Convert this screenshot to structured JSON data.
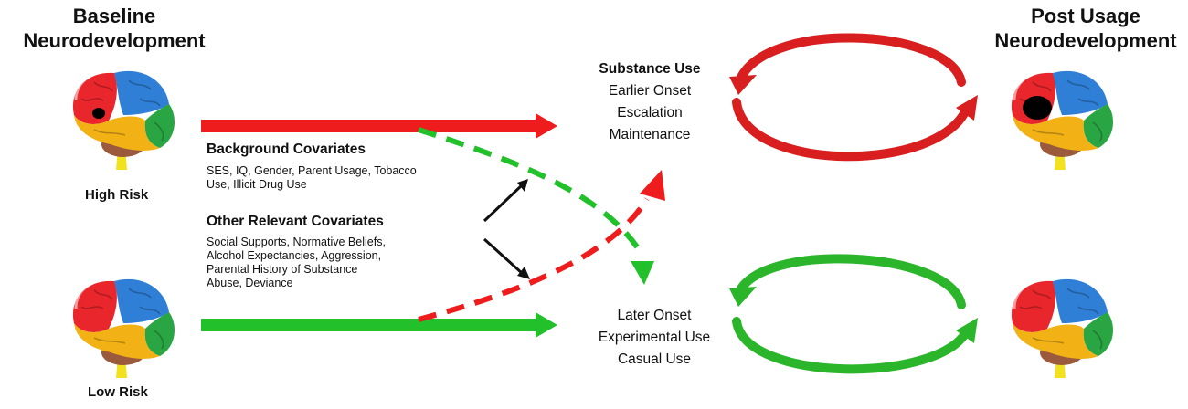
{
  "headings": {
    "baseline_line1": "Baseline",
    "baseline_line2": "Neurodevelopment",
    "post_line1": "Post Usage",
    "post_line2": "Neurodevelopment"
  },
  "risk_labels": {
    "high": "High Risk",
    "low": "Low Risk"
  },
  "covariates": {
    "background_title": "Background Covariates",
    "background_items_line1": "SES, IQ, Gender, Parent Usage, Tobacco",
    "background_items_line2": "Use, Illicit Drug Use",
    "other_title": "Other Relevant Covariates",
    "other_items_line1": "Social Supports, Normative Beliefs,",
    "other_items_line2": "Alcohol Expectancies, Aggression,",
    "other_items_line3": "Parental History of Substance",
    "other_items_line4": "Abuse, Deviance"
  },
  "outcomes": {
    "high_title": "Substance Use",
    "high_items": [
      "Earlier Onset",
      "Escalation",
      "Maintenance"
    ],
    "low_items": [
      "Later Onset",
      "Experimental Use",
      "Casual Use"
    ]
  },
  "colors": {
    "high_path": "#ee1c1c",
    "low_path": "#22c02a",
    "cycle_red": "#d81e1e",
    "cycle_green": "#2bb52b",
    "covariate_arrow": "#111111",
    "brain_frontal": "#e8262b",
    "brain_parietal": "#2f7fd6",
    "brain_temporal": "#f2b216",
    "brain_occipital": "#2aa543",
    "brain_cerebellum": "#9b5a3c",
    "brain_stem": "#f2e21e",
    "lesion": "#000000"
  }
}
